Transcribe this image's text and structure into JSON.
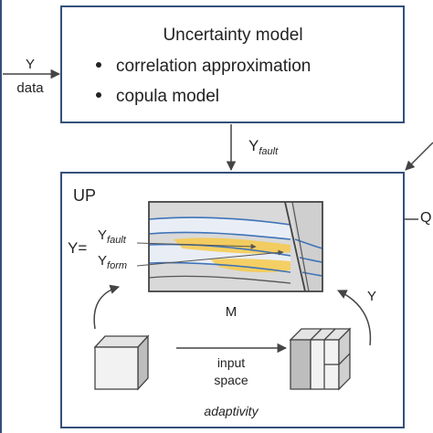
{
  "uncertainty_model": {
    "title": "Uncertainty model",
    "bullets": [
      "correlation approximation",
      "copula model"
    ]
  },
  "left_arrow": {
    "label_top": "Y",
    "label_bottom": "data"
  },
  "down_arrow": {
    "symbol": "Y",
    "subscript": "fault"
  },
  "right_edge": {
    "label": "Q"
  },
  "up_box": {
    "title": "UP",
    "y_equals": "Y=",
    "y_fault_symbol": "Y",
    "y_fault_sub": "fault",
    "y_form_symbol": "Y",
    "y_form_sub": "form",
    "model_label": "M",
    "y_return_label": "Y",
    "input_space_line1": "input",
    "input_space_line2": "space",
    "adaptivity": "adaptivity"
  },
  "colors": {
    "box_border": "#34507a",
    "arrow": "#444444",
    "model_bg": "#d9d9d9",
    "layer_yellow": "#f6c94a",
    "layer_blue": "#3f74b8"
  }
}
